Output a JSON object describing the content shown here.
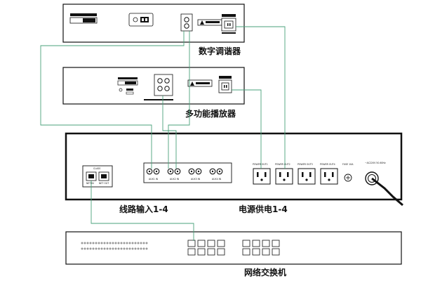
{
  "labels": {
    "tuner": "数字调谐器",
    "player": "多功能播放器",
    "line_input": "线路输入1-4",
    "power_supply": "电源供电1-4",
    "switch": "网络交换机"
  },
  "main_unit": {
    "aux_labels": [
      "AUX1 IN",
      "AUX2 IN",
      "AUX3 IN",
      "AUX4 IN"
    ],
    "power_labels": [
      "POWER OUT1",
      "POWER OUT2",
      "POWER OUT3",
      "POWER OUT4"
    ],
    "fuse_label": "FUSE 10A",
    "ac_label": "~AC220V 50-60Hz",
    "lan_label": "CLASS",
    "lan_port_labels": [
      "NET IN",
      "NET OUT"
    ]
  },
  "colors": {
    "wire": "#4aa27b",
    "outline": "#111111",
    "panel_bg": "#ffffff"
  }
}
